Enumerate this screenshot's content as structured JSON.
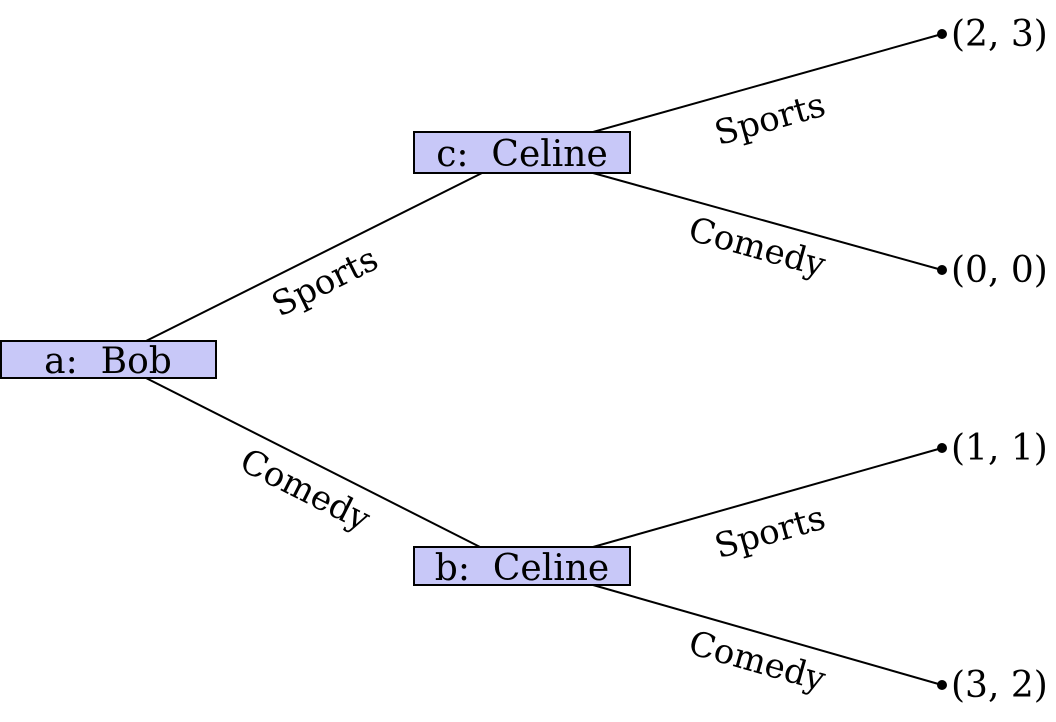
{
  "colors": {
    "node_fill": "#c8c8f8",
    "line": "#000000",
    "background": "#ffffff"
  },
  "nodes": {
    "root": {
      "label": "a:  Bob"
    },
    "top": {
      "label": "c:  Celine"
    },
    "bottom": {
      "label": "b:  Celine"
    }
  },
  "edges": {
    "root_top": "Sports",
    "root_bottom": "Comedy",
    "top_sports": "Sports",
    "top_comedy": "Comedy",
    "bottom_sports": "Sports",
    "bottom_comedy": "Comedy"
  },
  "payoffs": {
    "top_sports": "(2, 3)",
    "top_comedy": "(0, 0)",
    "bottom_sports": "(1, 1)",
    "bottom_comedy": "(3, 2)"
  }
}
